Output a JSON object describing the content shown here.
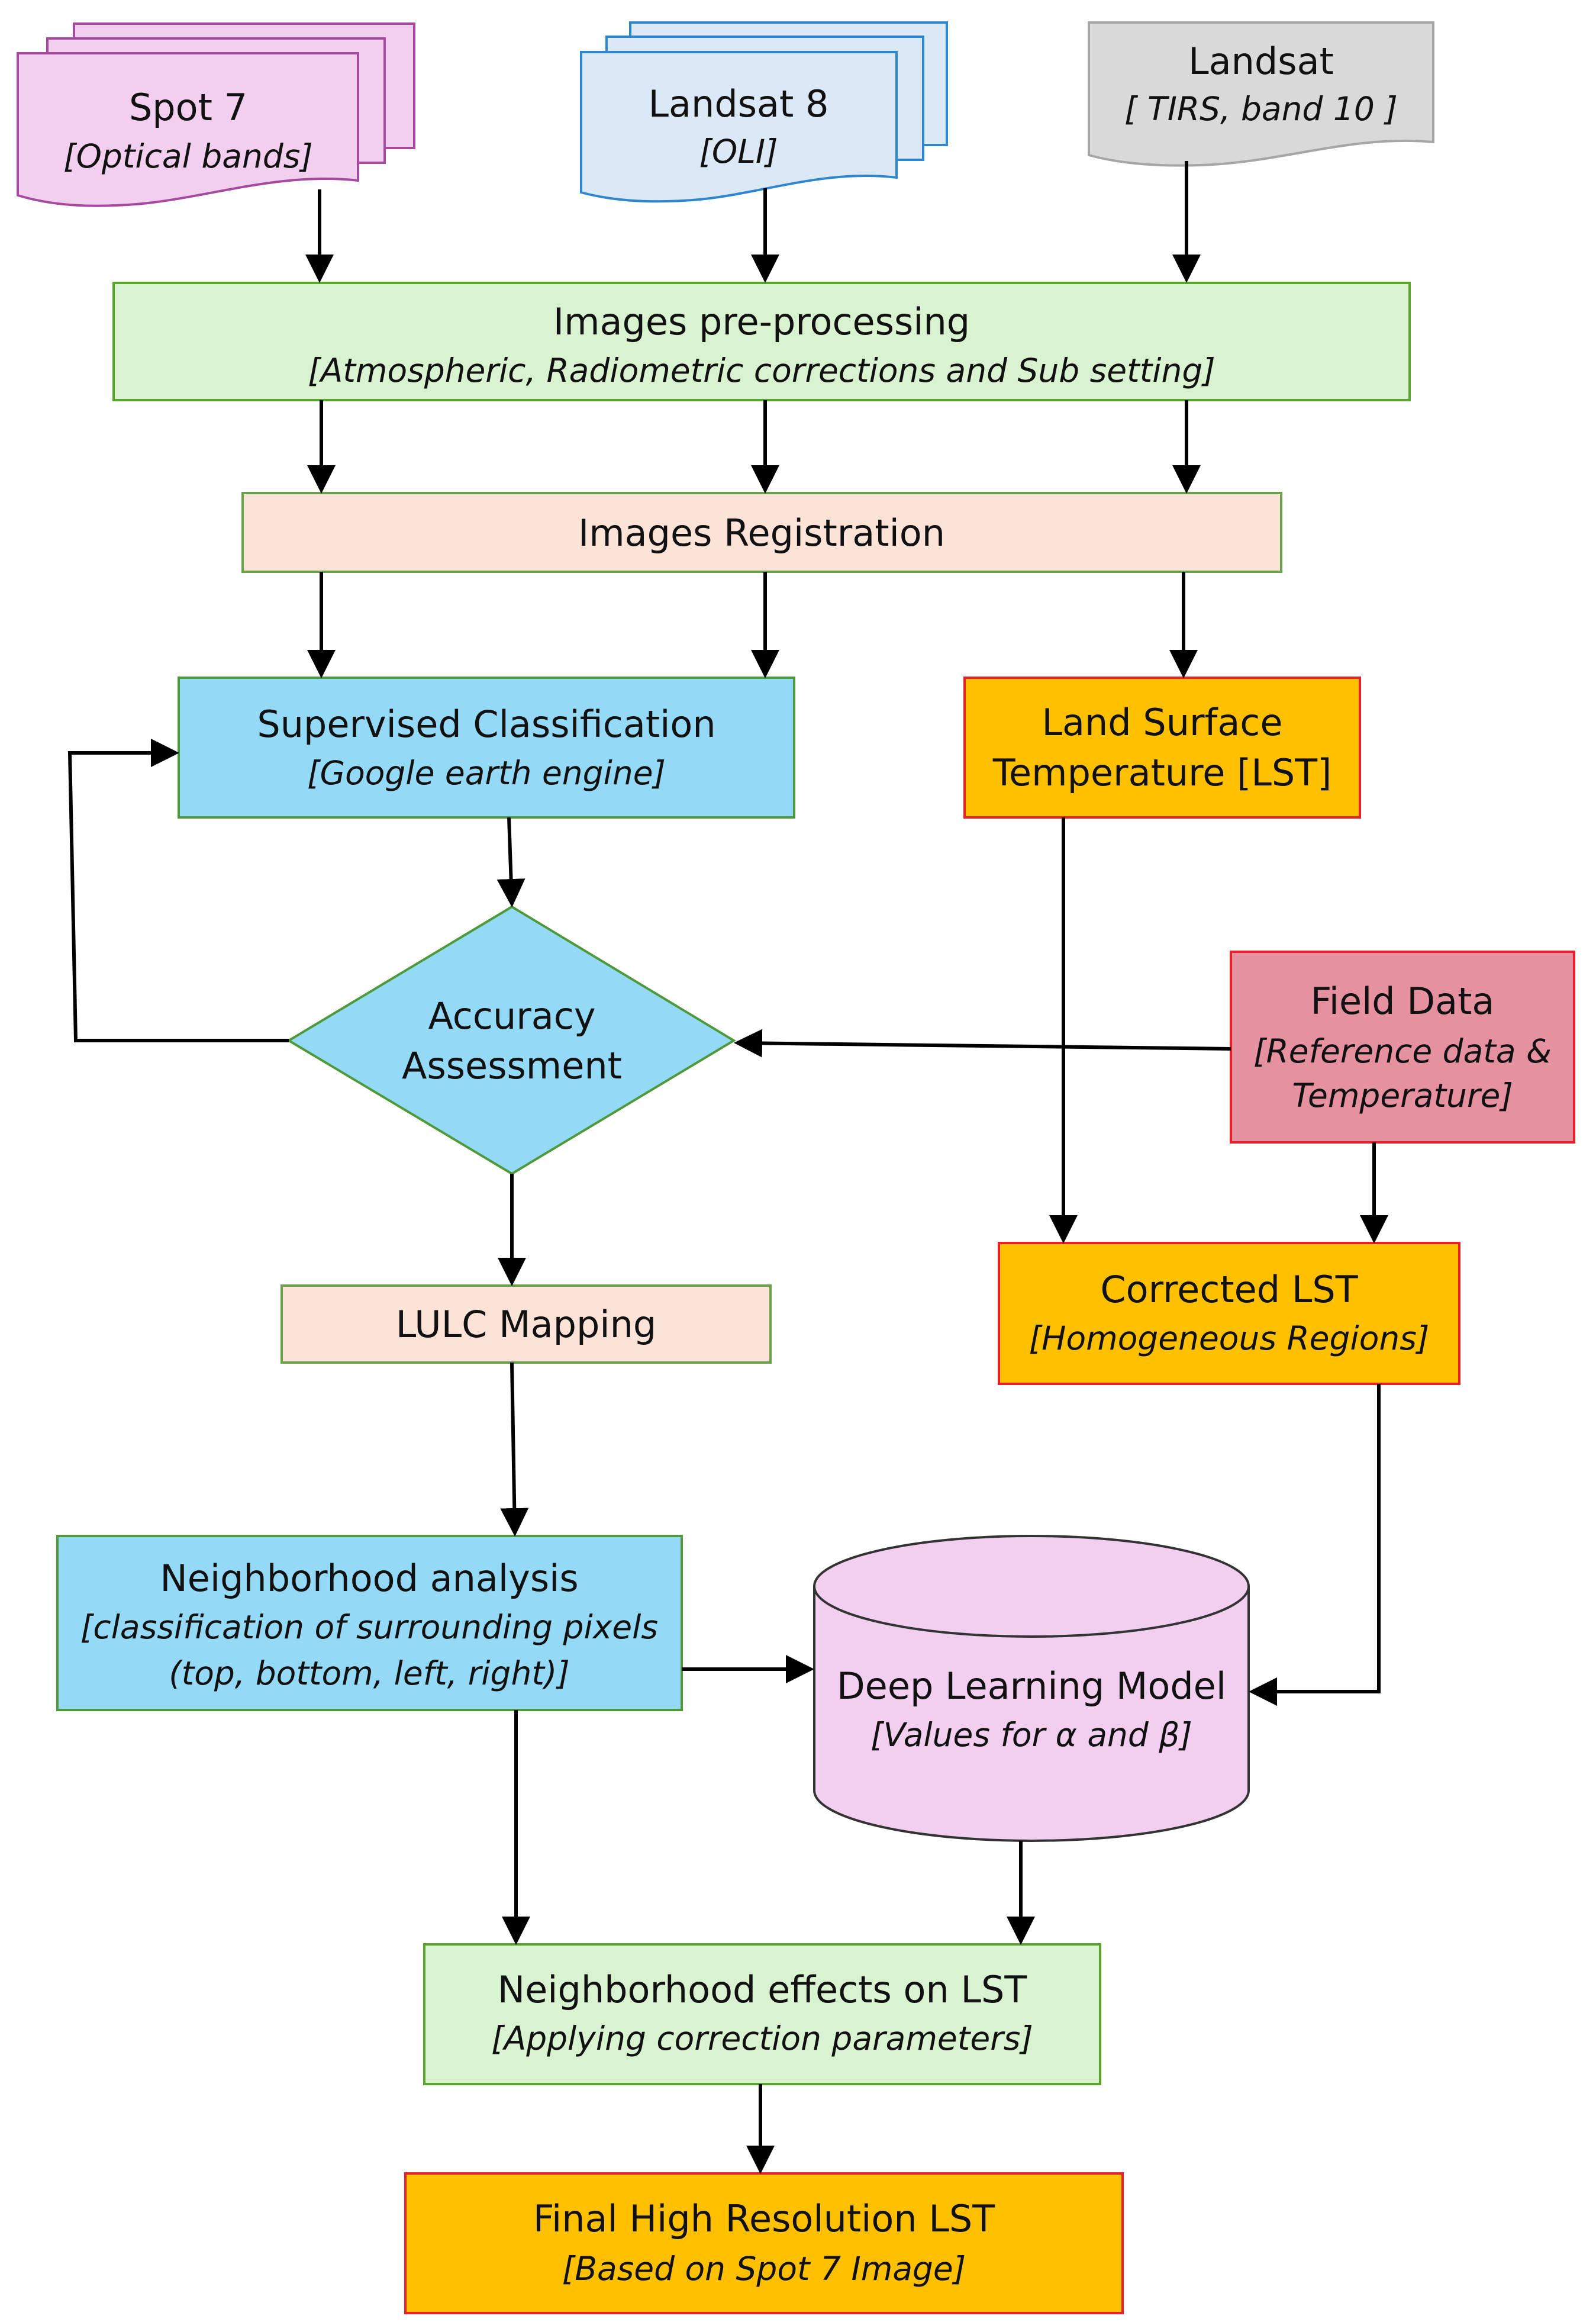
{
  "nodes": {
    "spot7": {
      "title": "Spot 7",
      "sub": "[Optical bands]"
    },
    "landsat8": {
      "title": "Landsat 8",
      "sub": "[OLI]"
    },
    "landsat_tirs": {
      "title": "Landsat",
      "sub": "[ TIRS, band 10 ]"
    },
    "preprocessing": {
      "title": "Images pre-processing",
      "sub": "[Atmospheric, Radiometric corrections and Sub setting]"
    },
    "registration": {
      "title": "Images Registration"
    },
    "supervised": {
      "title": "Supervised Classification",
      "sub": "[Google earth engine]"
    },
    "lst": {
      "title1": "Land Surface",
      "title2": "Temperature [LST]"
    },
    "accuracy": {
      "title1": "Accuracy",
      "title2": "Assessment"
    },
    "field": {
      "title": "Field Data",
      "sub1": "[Reference data &",
      "sub2": "Temperature]"
    },
    "lulc": {
      "title": "LULC Mapping"
    },
    "corrected": {
      "title": "Corrected LST",
      "sub": "[Homogeneous Regions]"
    },
    "neighborhood": {
      "title": "Neighborhood analysis",
      "sub1": "[classification of surrounding pixels",
      "sub2": "(top, bottom, left, right)]"
    },
    "deep": {
      "title": "Deep Learning Model",
      "sub": "[Values for α and β]"
    },
    "effects": {
      "title": "Neighborhood effects on LST",
      "sub": "[Applying correction parameters]"
    },
    "final": {
      "title": "Final High Resolution LST",
      "sub": "[Based on Spot 7 Image]"
    }
  },
  "colors": {
    "spot7_fill": "#f2cfee",
    "spot7_stroke": "#a64aa0",
    "landsat8_fill": "#dbe9f7",
    "landsat8_stroke": "#2f86cf",
    "tirs_fill": "#d9d9d9",
    "tirs_stroke": "#a6a6a6",
    "green_fill": "#d9f2d0",
    "green_stroke": "#5aa52e",
    "peach_fill": "#fce3d7",
    "peach_stroke": "#6aa24c",
    "blue_fill": "#94d9f5",
    "blue_stroke": "#4e9a3a",
    "orange_fill": "#ffc000",
    "orange_stroke": "#e8202a",
    "pink_fill": "#e691a0",
    "pink_stroke": "#e8202a",
    "cyl_fill": "#f2cfee",
    "cyl_stroke": "#333333"
  }
}
